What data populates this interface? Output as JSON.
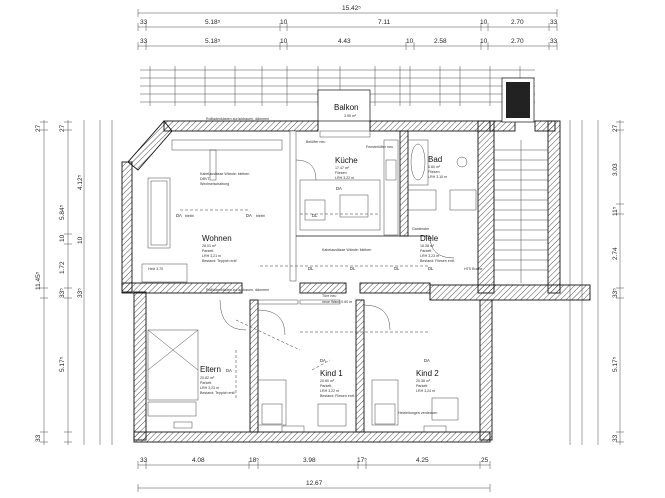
{
  "dimensions": {
    "top_total": "15.42⁵",
    "top_row1": [
      "33",
      "5.18⁵",
      "10",
      "7.11",
      "10",
      "2.70",
      "33"
    ],
    "top_row2": [
      "33",
      "5.18⁵",
      "10",
      "4.43",
      "10",
      "2.58",
      "10",
      "2.70",
      "33"
    ],
    "bottom_row1": [
      "33",
      "4.08",
      "18⁵",
      "3.98",
      "17⁵",
      "4.25",
      "25"
    ],
    "bottom_total": "12.67",
    "left_outer": [
      "27",
      "27",
      "5.84⁵",
      "11.45⁵",
      "10",
      "1.72",
      "33⁵",
      "5.17⁵",
      "33"
    ],
    "right_outer": [
      "27",
      "3.03",
      "11⁵",
      "2.74",
      "33⁵",
      "5.17⁵",
      "33"
    ],
    "left_inner": [
      "4.12⁵",
      "10",
      "33⁵"
    ]
  },
  "rooms": {
    "balkon": {
      "name": "Balkon",
      "area": "3.95 m²"
    },
    "kueche": {
      "name": "Küche",
      "area": "17.47 m²",
      "floor": "Fliesen",
      "height": "LRH 3.22 m"
    },
    "bad": {
      "name": "Bad",
      "area": "6.60 m²",
      "floor": "Fliesen",
      "height": "LRH 3.10 m"
    },
    "wohnen": {
      "name": "Wohnen",
      "area": "28.01 m²",
      "floor": "Parkett",
      "height": "LRH 3,21 m",
      "note": "Bestand: Teppich entf."
    },
    "diele": {
      "name": "Diele",
      "area": "16.38 m²",
      "floor": "Parkett",
      "height": "LRH 3,23 m",
      "note": "Bestand: Fliesen entf."
    },
    "eltern": {
      "name": "Eltern",
      "area": "20.82 m²",
      "floor": "Parkett",
      "height": "LRH 3,23 m",
      "note": "Bestand: Teppich entf."
    },
    "kind1": {
      "name": "Kind 1",
      "area": "20.80 m²",
      "floor": "Parkett",
      "height": "LRH 3,22 m",
      "note": "Bestand: Fliesen entf."
    },
    "kind2": {
      "name": "Kind 2",
      "area": "20.38 m²",
      "floor": "Parkett",
      "height": "LRH 3,24 m"
    }
  },
  "annotations": {
    "top_band": "Rollladenkästen zurückbauen, dämmen",
    "bottom_band": "Rollladenkästen zurückbauen, dämmen",
    "wohnen_cable": "Kabelauslässe Wände: bleiben",
    "wohnen_dbvt": "DBVT",
    "wohnen_switch": "Wechselschaltung",
    "diele_cable": "Kabelauslässe Wände: bleiben",
    "kitchen_vent": "Belüfter neu",
    "kitchen_window": "Fensterlüfter neu",
    "da_left": "DA",
    "da_bleibt1": "bleibt",
    "da_bleibt2": "bleibt",
    "dl": "DL",
    "kitchen_da": "DA",
    "bad_door": "Garderobe",
    "hts": "HTS Buche",
    "wohnen_sill": "Heiz 3.70",
    "door_note": "Türe neu",
    "wall_note": "neue Wand 0.60 m",
    "eltern_da": "DA",
    "kind1_da": "DA",
    "kind2_da": "DA",
    "kind2_note": "Heizleitungen verdecken",
    "eltern_floor": "Bestand: Teppich entf."
  }
}
